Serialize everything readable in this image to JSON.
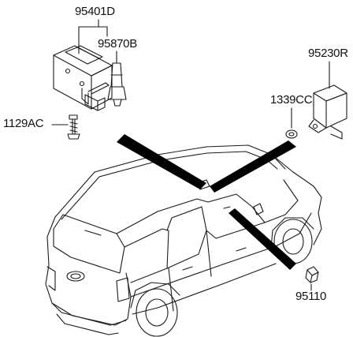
{
  "colors": {
    "line": "#1a1a1a",
    "leader": "#000000",
    "background": "#ffffff"
  },
  "parts": [
    {
      "id": "95401D",
      "label": "95401D"
    },
    {
      "id": "95870B",
      "label": "95870B"
    },
    {
      "id": "95230R",
      "label": "95230R"
    },
    {
      "id": "1339CC",
      "label": "1339CC"
    },
    {
      "id": "1129AC",
      "label": "1129AC"
    },
    {
      "id": "95110",
      "label": "95110"
    }
  ]
}
